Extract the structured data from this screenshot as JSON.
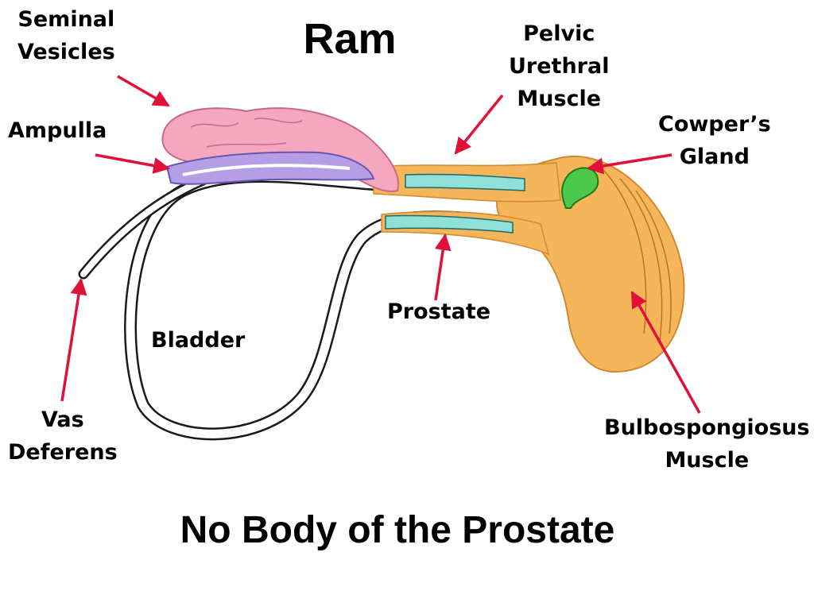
{
  "title": "Ram",
  "caption": "No Body of the Prostate",
  "labels": {
    "seminal_vesicles": [
      "Seminal",
      "Vesicles"
    ],
    "ampulla": "Ampulla",
    "pelvic_urethral_muscle": [
      "Pelvic",
      "Urethral",
      "Muscle"
    ],
    "cowpers_gland": [
      "Cowper’s",
      "Gland"
    ],
    "prostate": "Prostate",
    "bladder": "Bladder",
    "vas_deferens": [
      "Vas",
      "Deferens"
    ],
    "bulbospongiosus_muscle": [
      "Bulbospongiosus",
      "Muscle"
    ]
  },
  "colors": {
    "seminal_vesicles": "#f4a7bf",
    "ampulla": "#b49ee6",
    "urethral_muscle": "#f7b55a",
    "prostate_tissue": "#8fe0d6",
    "cowpers_gland": "#4cc94a",
    "bulbospongiosus": "#f7b55a",
    "arrow": "#e0103a",
    "outline": "#1a1a1a"
  }
}
